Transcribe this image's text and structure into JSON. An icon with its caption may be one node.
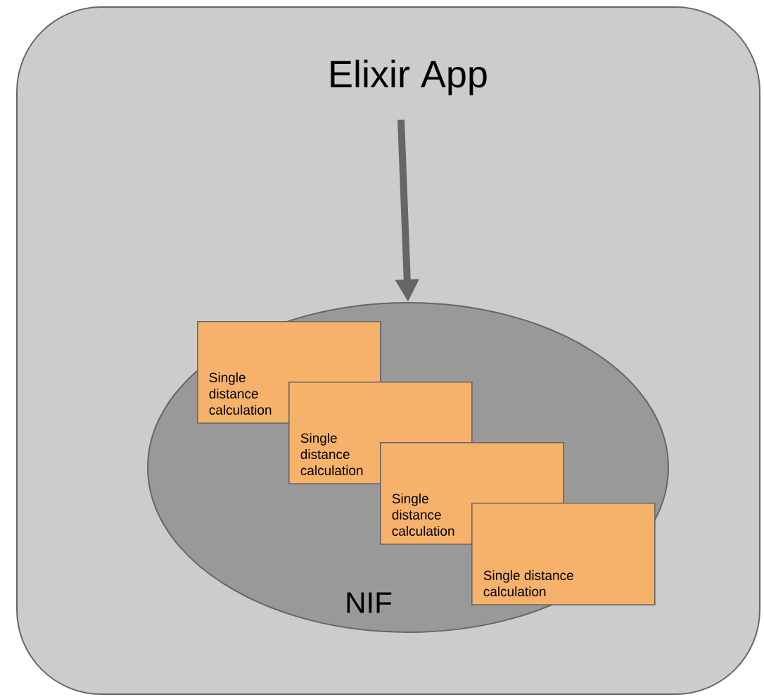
{
  "diagram": {
    "nodes": [
      {
        "text": [
          "Elixir App"
        ]
      },
      {
        "text": [
          "NIF"
        ],
        "in": 0
      },
      {
        "text": [
          "Single distance calculation"
        ],
        "in": 1
      },
      {
        "text": [
          "Single distance calculation"
        ],
        "in": 1
      },
      {
        "text": [
          "Single distance calculation"
        ],
        "in": 1
      },
      {
        "text": [
          "Single distance calculation"
        ],
        "in": 1
      }
    ],
    "edges": [
      {
        "from": null,
        "to": 1,
        "arrow": "to"
      }
    ]
  }
}
